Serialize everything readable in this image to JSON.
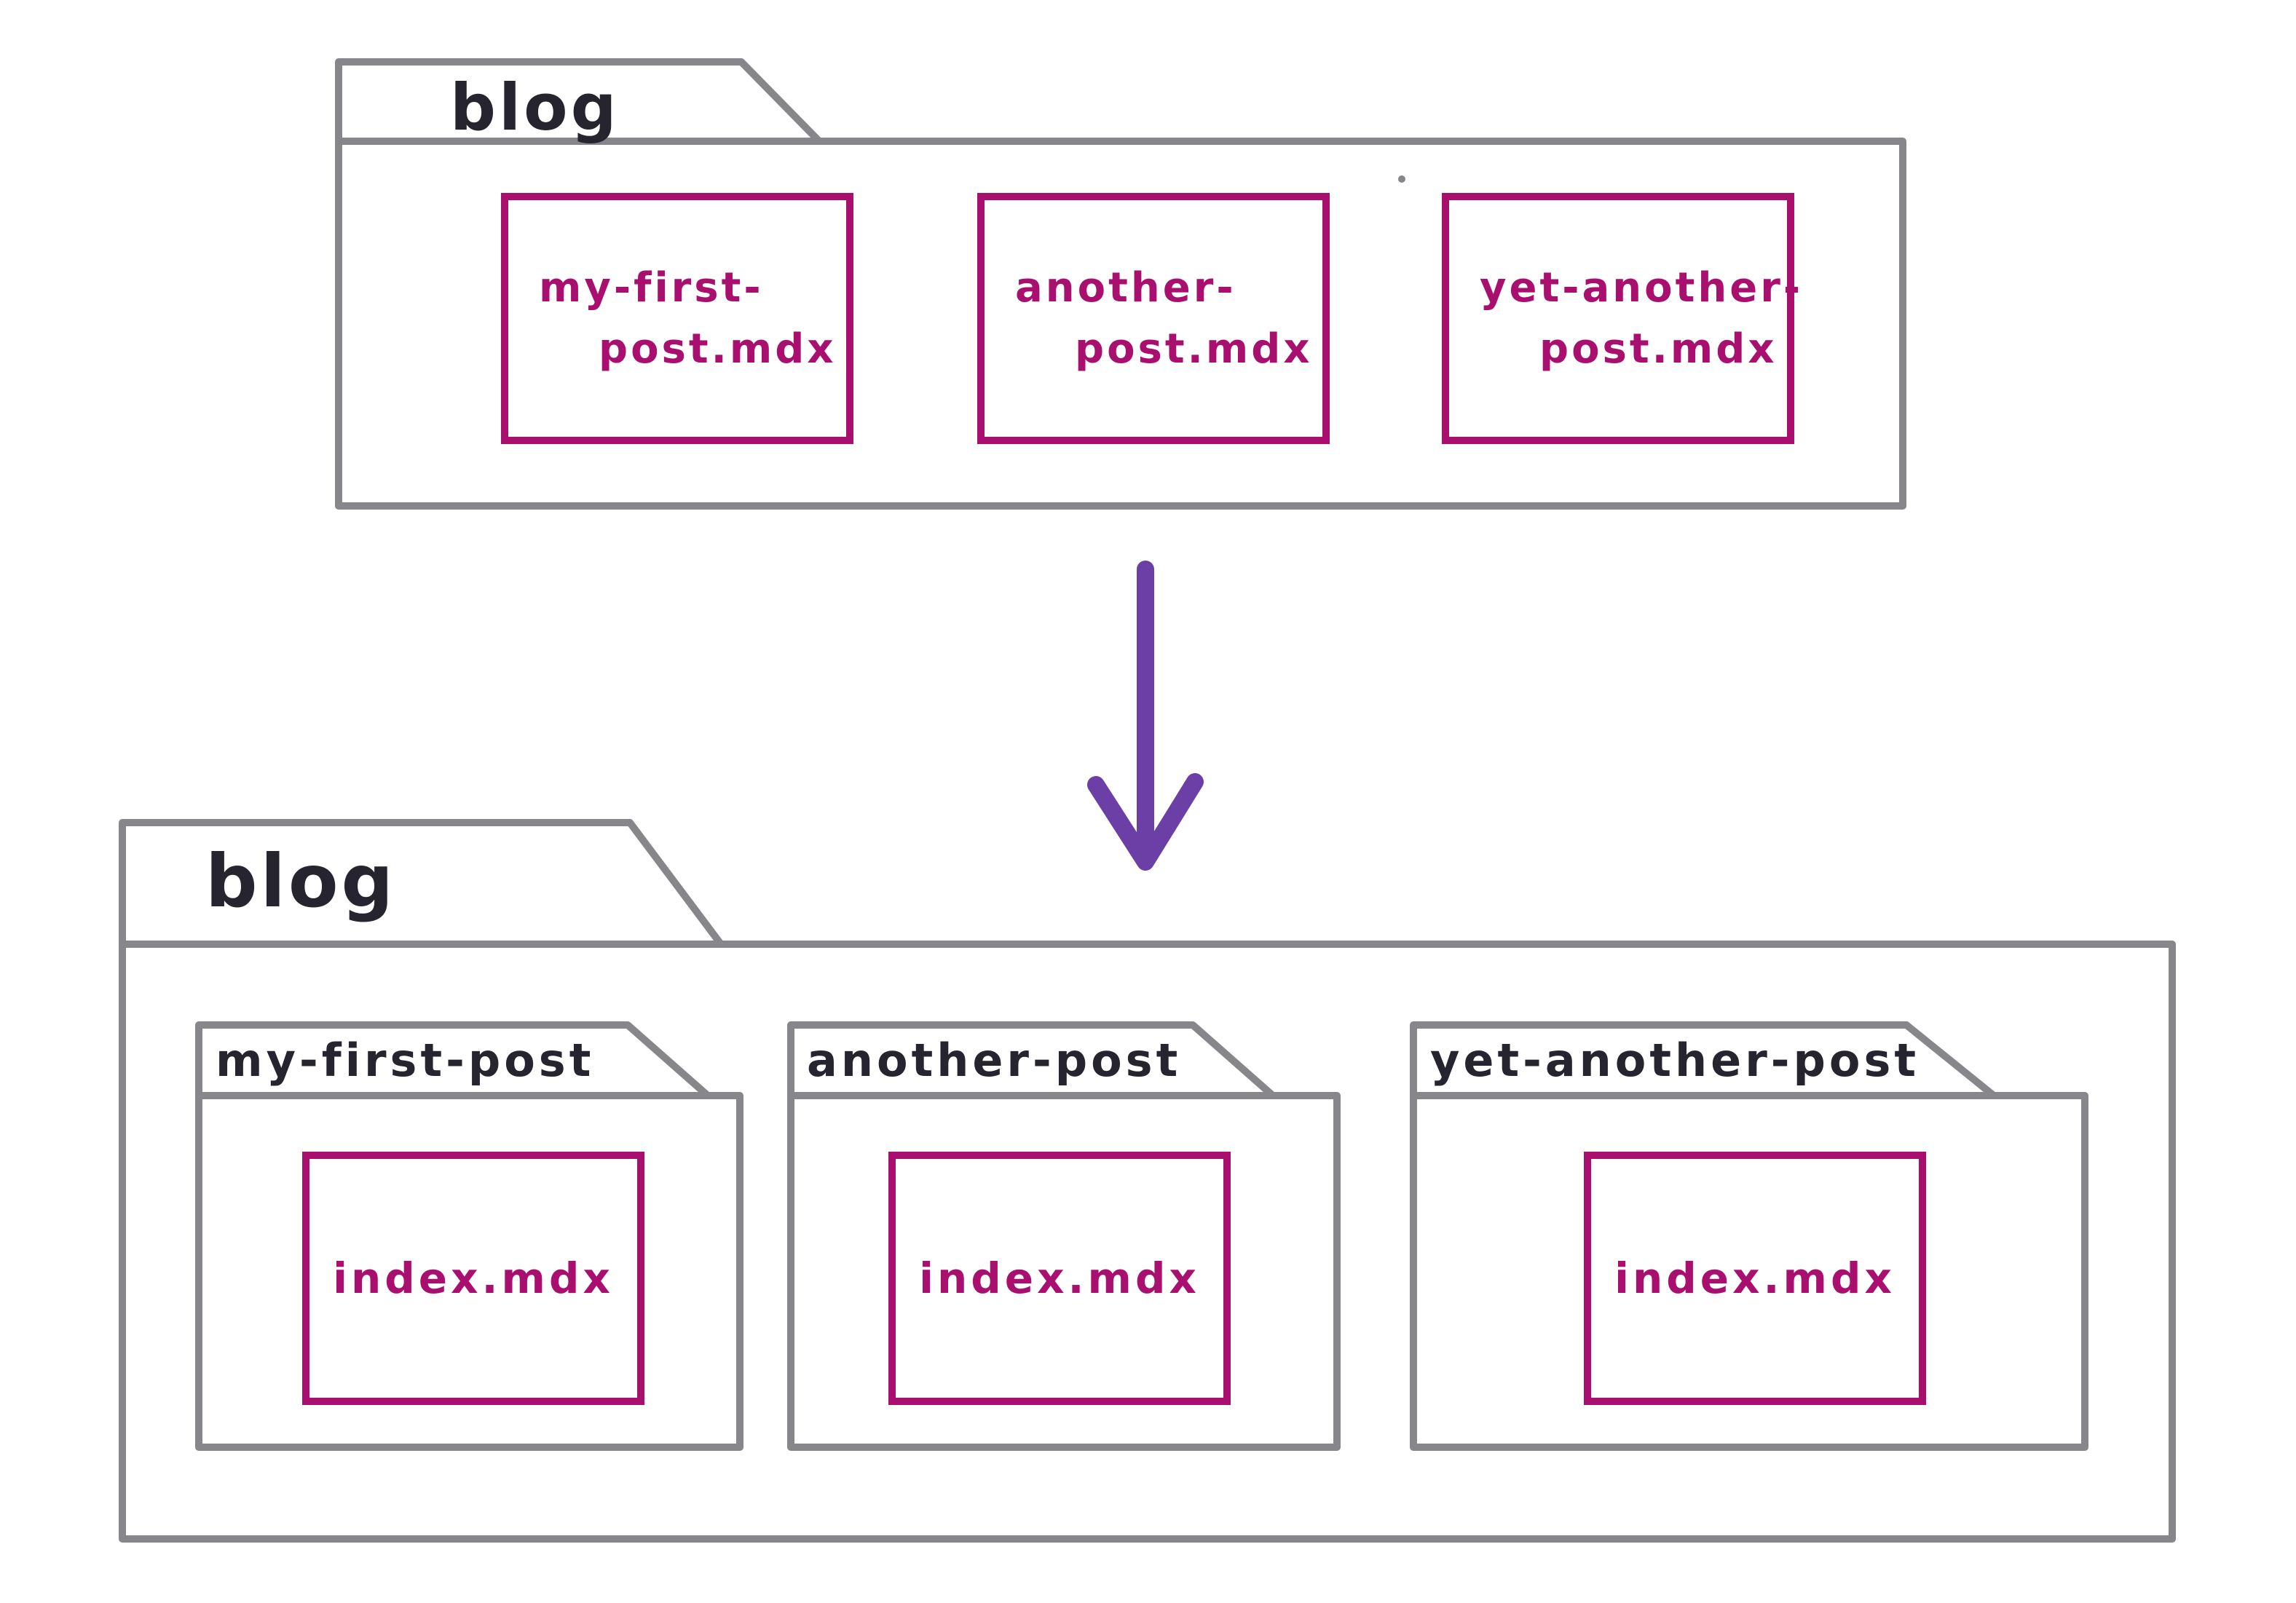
{
  "diagram": {
    "before_folder": {
      "name": "blog",
      "files": [
        {
          "line1": "my-first-",
          "line2": "post.mdx"
        },
        {
          "line1": "another-",
          "line2": "post.mdx"
        },
        {
          "line1": "yet-another-",
          "line2": "post.mdx"
        }
      ]
    },
    "arrow": {
      "icon": "down-arrow-icon",
      "direction": "down"
    },
    "after_folder": {
      "name": "blog",
      "subfolders": [
        {
          "name": "my-first-post",
          "file": "index.mdx"
        },
        {
          "name": "another-post",
          "file": "index.mdx"
        },
        {
          "name": "yet-another-post",
          "file": "index.mdx"
        }
      ]
    }
  },
  "colors": {
    "outline_gray": "#87868a",
    "ink_black": "#26242e",
    "file_magenta": "#a90f6e",
    "arrow_purple": "#6b3fa6",
    "background": "#ffffff"
  }
}
